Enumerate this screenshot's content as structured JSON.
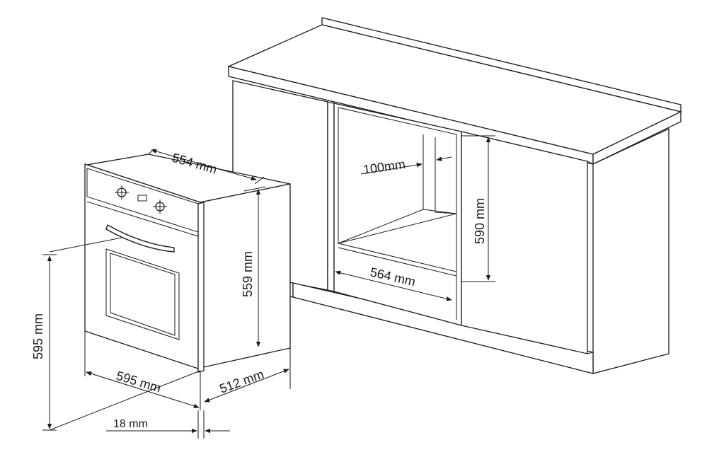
{
  "dimensions": {
    "oven_depth_top": "554 mm",
    "oven_height_body": "559 mm",
    "oven_height_front": "595 mm",
    "oven_width_front": "595 mm",
    "oven_depth_bottom": "512 mm",
    "panel_offset": "18 mm",
    "cabinet_rear_gap": "100mm",
    "cabinet_niche_width": "564 mm",
    "cabinet_niche_height": "590 mm"
  },
  "colors": {
    "line": "#1a1a1a",
    "background": "#ffffff"
  }
}
